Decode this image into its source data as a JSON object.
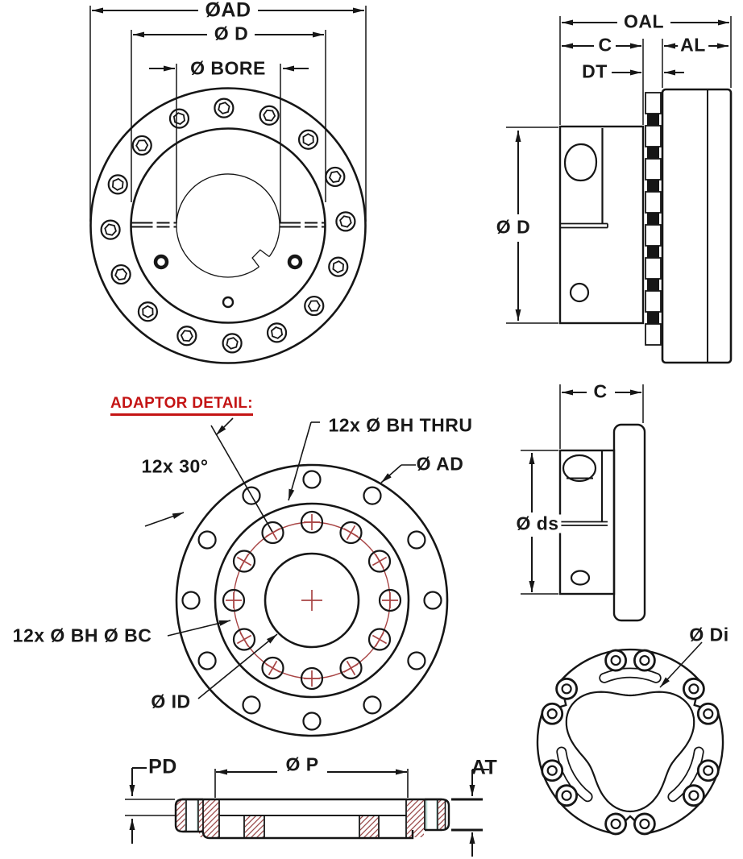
{
  "drawing": {
    "heading": "ADAPTOR DETAIL:",
    "views": {
      "front": {
        "dim_outer": "ØAD",
        "dim_mid": "Ø D",
        "dim_bore": "Ø BORE"
      },
      "side_top": {
        "dim_overall": "OAL",
        "dim_hub_len": "C",
        "dim_adaptor_len": "AL",
        "dim_dt": "DT",
        "dim_outer": "Ø D"
      },
      "adaptor": {
        "callout_bolt_holes": "12x Ø BH THRU",
        "callout_outer": "Ø AD",
        "callout_angle": "12x 30°",
        "callout_bolt_circle": "12x Ø BH Ø BC",
        "callout_inner": "Ø ID"
      },
      "side_mid": {
        "dim_hub_len": "C",
        "dim_shaft": "Ø ds"
      },
      "flex_disc": {
        "callout_inner": "Ø Di"
      },
      "section": {
        "dim_pilot_depth": "PD",
        "dim_pilot": "Ø P",
        "dim_thickness": "AT"
      }
    },
    "colors": {
      "line": "#161616",
      "heading_red": "#c41414",
      "detail_red": "#a84444",
      "hatch_red": "#9b4b4b",
      "teal": "#a9cdc6"
    }
  }
}
